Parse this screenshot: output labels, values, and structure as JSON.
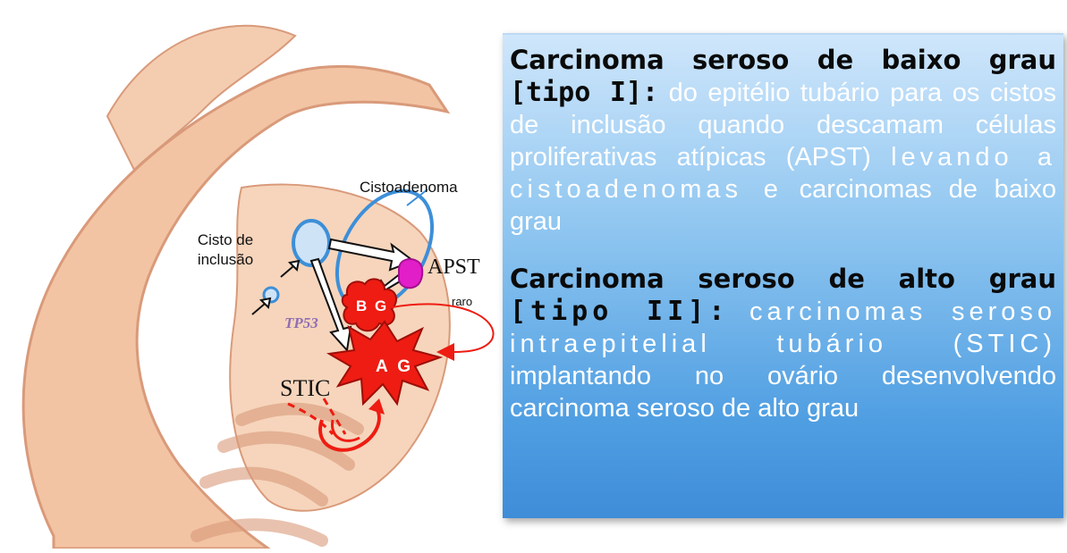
{
  "diagram": {
    "labels": {
      "cisto_inclusao": "Cisto de inclusão",
      "cistoadenoma": "Cistoadenoma",
      "apst": "APST",
      "raro": "raro",
      "tp53": "TP53",
      "stic": "STIC",
      "bg": "B G",
      "ag": "A G"
    },
    "colors": {
      "tissue": "#f2c4a3",
      "tissue_dark": "#d99a7a",
      "cyst_blue": "#3d8fd8",
      "tumor_red": "#ee1c12",
      "apst_magenta": "#e21ec8"
    }
  },
  "info_box": {
    "colors": {
      "gradient_top": "#cfe6fb",
      "gradient_bottom": "#3f8cd8"
    },
    "type1": {
      "heading": "Carcinoma seroso de baixo grau",
      "tipo": "[tipo I]:",
      "text_a": "do epitélio tubário para os cistos de inclusão quando descamam células proliferativas atípicas (APST)",
      "text_b": "levando a cistoadenomas e",
      "text_c": "carcinomas de baixo grau"
    },
    "type2": {
      "heading": "Carcinoma seroso de alto grau",
      "tipo": "[tipo II]:",
      "text_a": "carcinomas seroso intraepitelial tubário (STIC)",
      "text_b": "implantando no ovário desenvolvendo carcinoma seroso de alto grau"
    }
  }
}
